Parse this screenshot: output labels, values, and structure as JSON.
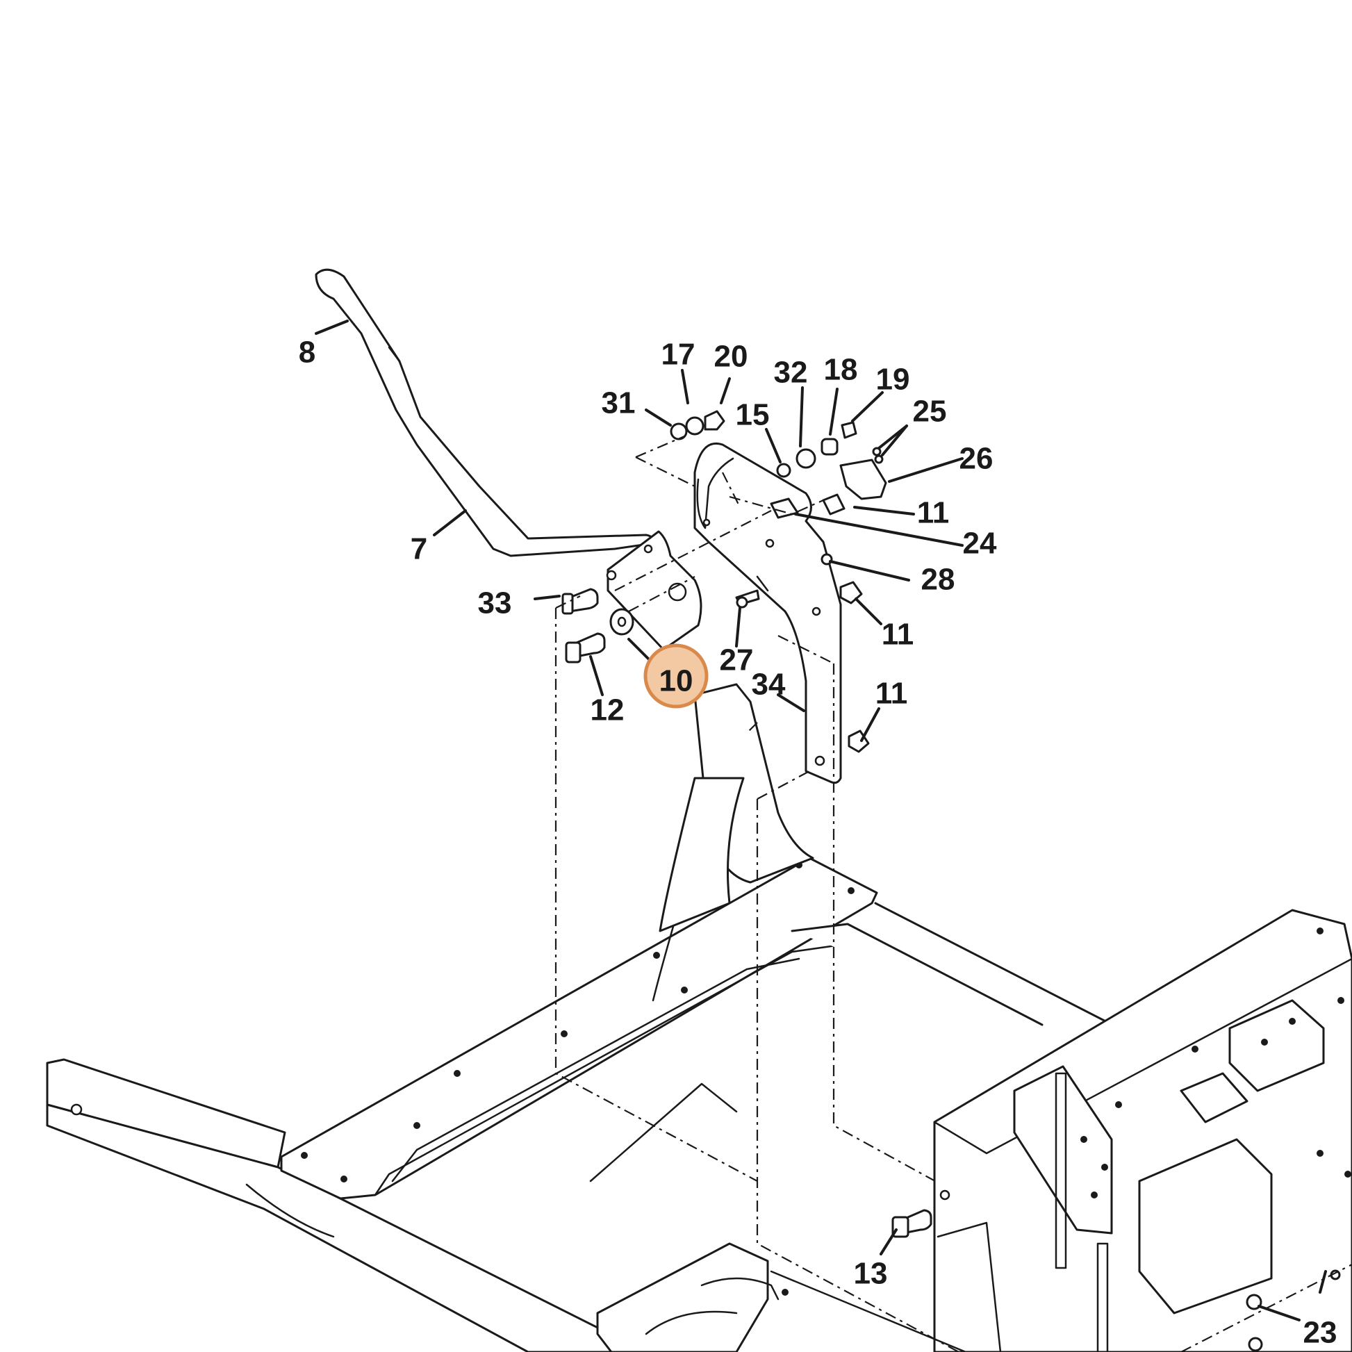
{
  "diagram": {
    "highlight_color": "#d98a4a",
    "highlight_fill": "#f3c9a4",
    "line_color": "#1a1a1a",
    "highlighted_part": "10",
    "callouts": [
      "8",
      "7",
      "33",
      "12",
      "10",
      "27",
      "34",
      "17",
      "20",
      "31",
      "15",
      "32",
      "18",
      "19",
      "25",
      "26",
      "11",
      "24",
      "28",
      "11",
      "11",
      "13",
      "23"
    ]
  }
}
